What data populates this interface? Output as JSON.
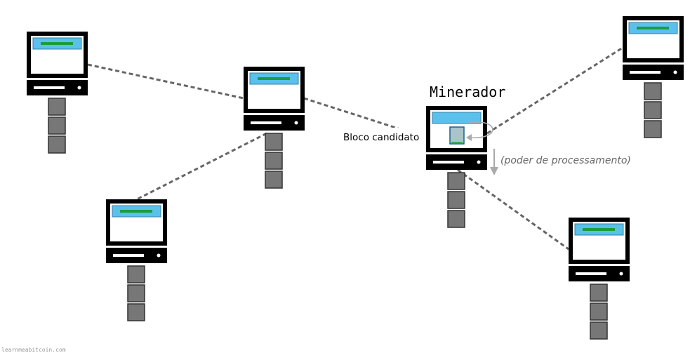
{
  "labels": {
    "miner_title": "Minerador",
    "candidate_block": "Bloco candidato",
    "processing_power": "(poder de processamento)",
    "watermark": "learnmeabitcoin.com"
  },
  "nodes": [
    {
      "id": "node-top-left"
    },
    {
      "id": "node-center"
    },
    {
      "id": "node-bottom-left"
    },
    {
      "id": "node-miner"
    },
    {
      "id": "node-top-right"
    },
    {
      "id": "node-bottom-right"
    }
  ],
  "connections": [
    {
      "from": "node-top-left",
      "to": "node-center"
    },
    {
      "from": "node-center",
      "to": "node-bottom-left"
    },
    {
      "from": "node-center",
      "to": "node-miner"
    },
    {
      "from": "node-miner",
      "to": "node-top-right"
    },
    {
      "from": "node-miner",
      "to": "node-bottom-right"
    }
  ],
  "colors": {
    "computer": "#000000",
    "screen": "#5bc0eb",
    "screen_bar": "#1a9e3c",
    "block": "#777777",
    "block_border": "#333333",
    "link": "#666666",
    "annotation": "#666666",
    "arrow": "#aaaaaa"
  }
}
